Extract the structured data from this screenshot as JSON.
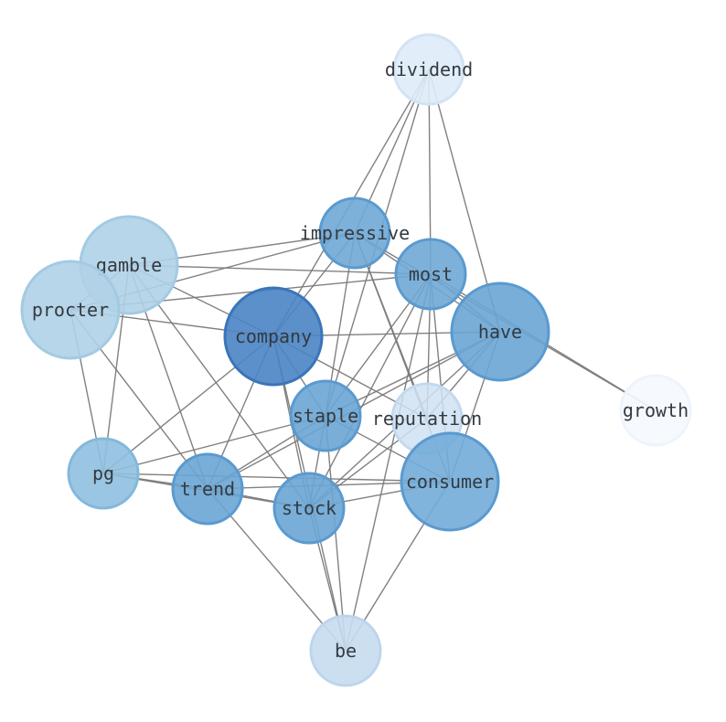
{
  "graph": {
    "nodes": [
      {
        "id": "dividend",
        "label": "dividend",
        "fill": "#deebf7",
        "stroke": "#d2e3f3"
      },
      {
        "id": "impressive",
        "label": "impressive",
        "fill": "#6fa8d6",
        "stroke": "#5a9acf"
      },
      {
        "id": "gamble",
        "label": "gamble",
        "fill": "#b0d2e7",
        "stroke": "#a3cae3"
      },
      {
        "id": "most",
        "label": "most",
        "fill": "#6fa8d6",
        "stroke": "#5a9acf"
      },
      {
        "id": "procter",
        "label": "procter",
        "fill": "#b0d2e7",
        "stroke": "#a3cae3"
      },
      {
        "id": "company",
        "label": "company",
        "fill": "#4a84c4",
        "stroke": "#3a75b8"
      },
      {
        "id": "have",
        "label": "have",
        "fill": "#6aa5d4",
        "stroke": "#5a9acf"
      },
      {
        "id": "growth",
        "label": "growth",
        "fill": "#f5f9fe",
        "stroke": "#eef4fb"
      },
      {
        "id": "staple",
        "label": "staple",
        "fill": "#6aa5d4",
        "stroke": "#5a9acf"
      },
      {
        "id": "reputation",
        "label": "reputation",
        "fill": "#cfe2f3",
        "stroke": "#c2d9ee"
      },
      {
        "id": "pg",
        "label": "pg",
        "fill": "#8fc0e0",
        "stroke": "#83b8dc"
      },
      {
        "id": "trend",
        "label": "trend",
        "fill": "#6aa5d4",
        "stroke": "#5a9acf"
      },
      {
        "id": "stock",
        "label": "stock",
        "fill": "#6aa5d4",
        "stroke": "#5a9acf"
      },
      {
        "id": "consumer",
        "label": "consumer",
        "fill": "#72acd8",
        "stroke": "#5a9acf"
      },
      {
        "id": "be",
        "label": "be",
        "fill": "#c6dbef",
        "stroke": "#bcd5ec"
      }
    ],
    "edges": [
      [
        "dividend",
        "impressive"
      ],
      [
        "dividend",
        "company"
      ],
      [
        "dividend",
        "most"
      ],
      [
        "dividend",
        "have"
      ],
      [
        "dividend",
        "staple"
      ],
      [
        "impressive",
        "gamble"
      ],
      [
        "impressive",
        "procter"
      ],
      [
        "impressive",
        "company"
      ],
      [
        "impressive",
        "have"
      ],
      [
        "impressive",
        "growth"
      ],
      [
        "impressive",
        "reputation"
      ],
      [
        "impressive",
        "staple"
      ],
      [
        "impressive",
        "consumer"
      ],
      [
        "gamble",
        "most"
      ],
      [
        "gamble",
        "company"
      ],
      [
        "gamble",
        "pg"
      ],
      [
        "gamble",
        "trend"
      ],
      [
        "gamble",
        "stock"
      ],
      [
        "gamble",
        "procter"
      ],
      [
        "procter",
        "most"
      ],
      [
        "procter",
        "company"
      ],
      [
        "procter",
        "pg"
      ],
      [
        "procter",
        "trend"
      ],
      [
        "most",
        "have"
      ],
      [
        "most",
        "growth"
      ],
      [
        "most",
        "staple"
      ],
      [
        "most",
        "reputation"
      ],
      [
        "most",
        "stock"
      ],
      [
        "most",
        "consumer"
      ],
      [
        "most",
        "be"
      ],
      [
        "company",
        "have"
      ],
      [
        "company",
        "staple"
      ],
      [
        "company",
        "reputation"
      ],
      [
        "company",
        "pg"
      ],
      [
        "company",
        "trend"
      ],
      [
        "company",
        "stock"
      ],
      [
        "company",
        "be"
      ],
      [
        "have",
        "staple"
      ],
      [
        "have",
        "reputation"
      ],
      [
        "have",
        "trend"
      ],
      [
        "have",
        "stock"
      ],
      [
        "have",
        "consumer"
      ],
      [
        "staple",
        "pg"
      ],
      [
        "staple",
        "trend"
      ],
      [
        "staple",
        "stock"
      ],
      [
        "staple",
        "consumer"
      ],
      [
        "staple",
        "be"
      ],
      [
        "reputation",
        "stock"
      ],
      [
        "pg",
        "trend"
      ],
      [
        "pg",
        "stock"
      ],
      [
        "pg",
        "consumer"
      ],
      [
        "trend",
        "stock"
      ],
      [
        "trend",
        "consumer"
      ],
      [
        "trend",
        "be"
      ],
      [
        "stock",
        "consumer"
      ],
      [
        "stock",
        "be"
      ],
      [
        "consumer",
        "be"
      ]
    ]
  }
}
